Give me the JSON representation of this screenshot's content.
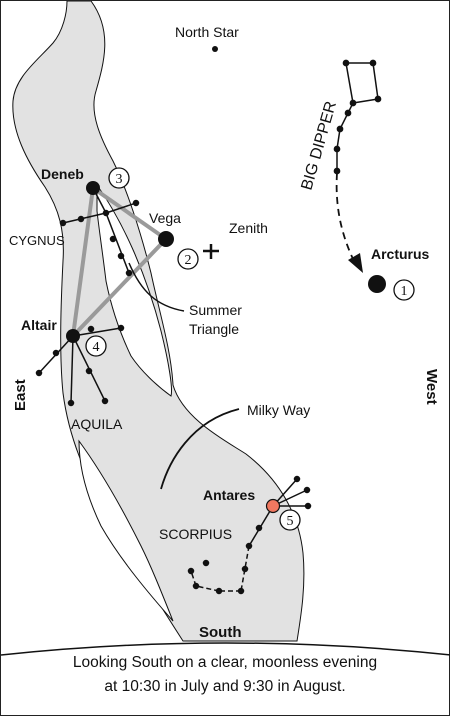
{
  "labels": {
    "north_star": "North Star",
    "big_dipper": "BIG DIPPER",
    "deneb": "Deneb",
    "vega": "Vega",
    "zenith": "Zenith",
    "cygnus": "CYGNUS",
    "summer_triangle_1": "Summer",
    "summer_triangle_2": "Triangle",
    "altair": "Altair",
    "arcturus": "Arcturus",
    "east": "East",
    "west": "West",
    "aquila": "AQUILA",
    "milky_way": "Milky Way",
    "antares": "Antares",
    "scorpius": "SCORPIUS",
    "south": "South"
  },
  "markers": {
    "arcturus": "1",
    "vega": "2",
    "deneb": "3",
    "altair": "4",
    "antares": "5"
  },
  "caption": {
    "line1": "Looking South on a clear, moonless evening",
    "line2": "at 10:30 in July and 9:30 in August."
  },
  "colors": {
    "milky_way": "#e2e2e2",
    "summer_triangle": "#9a9a9a",
    "antares": "#f07860",
    "ink": "#111111"
  }
}
